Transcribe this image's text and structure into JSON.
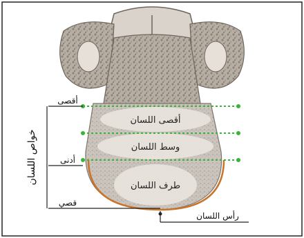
{
  "diagram": {
    "labels": {
      "top_left": "أقصى",
      "middle_left": "أدنى",
      "bottom_left": "قصي",
      "vertical_axis": "خواص اللسان",
      "region_back": "أقصى اللسان",
      "region_middle": "وسط اللسان",
      "region_tip": "طرف اللسان",
      "tip_pointer": "رأس اللسان"
    },
    "colors": {
      "tissue": "#c9c1b8",
      "tissue_dark": "#8f867c",
      "guide_line": "#3bb23b",
      "tip_outline": "#c8742a",
      "ellipse_fill": "#e8e3dc"
    }
  }
}
